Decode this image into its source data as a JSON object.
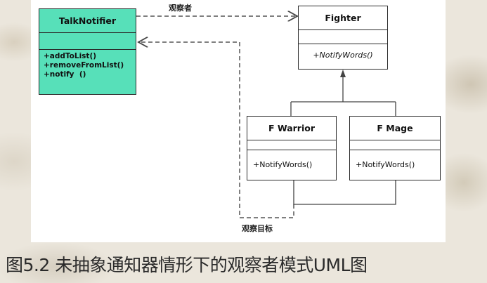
{
  "diagram": {
    "classes": {
      "talk_notifier": {
        "name": "TalkNotifier",
        "operations": [
          "+addToList()",
          "+removeFromList()",
          "+notify  ()"
        ]
      },
      "fighter": {
        "name": "Fighter",
        "operations": [
          "+NotifyWords()"
        ]
      },
      "warrior": {
        "name": "F Warrior",
        "operations": [
          "+NotifyWords()"
        ]
      },
      "mage": {
        "name": "F Mage",
        "operations": [
          "+NotifyWords()"
        ]
      }
    },
    "labels": {
      "observer": "观察者",
      "observed_target": "观察目标"
    }
  },
  "caption": "图5.2 未抽象通知器情形下的观察者模式UML图",
  "colors": {
    "talk_notifier_fill": "#57e0b9",
    "line": "#555555"
  }
}
